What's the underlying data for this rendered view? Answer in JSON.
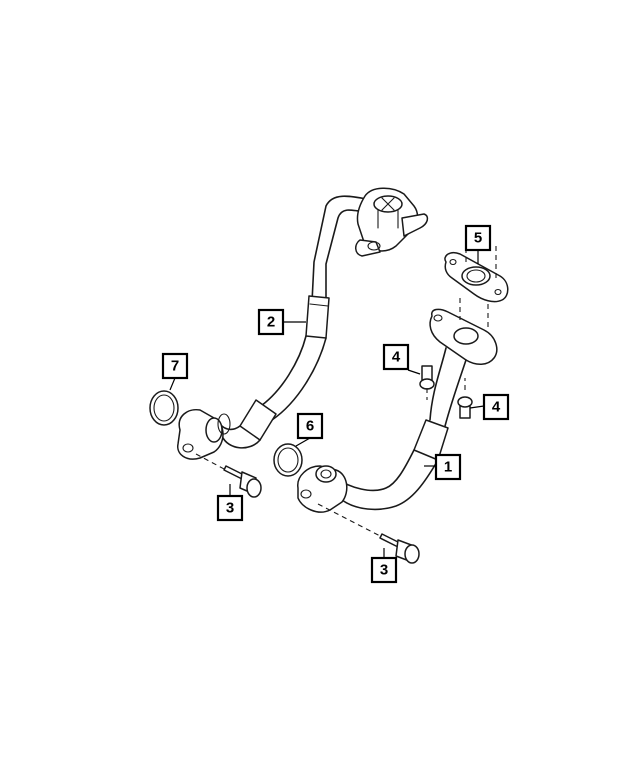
{
  "callouts": {
    "c1": "1",
    "c2": "2",
    "c3a": "3",
    "c3b": "3",
    "c4a": "4",
    "c4b": "4",
    "c5": "5",
    "c6": "6",
    "c7": "7"
  },
  "style": {
    "line_color": "#1a1a1a",
    "background": "#ffffff"
  }
}
